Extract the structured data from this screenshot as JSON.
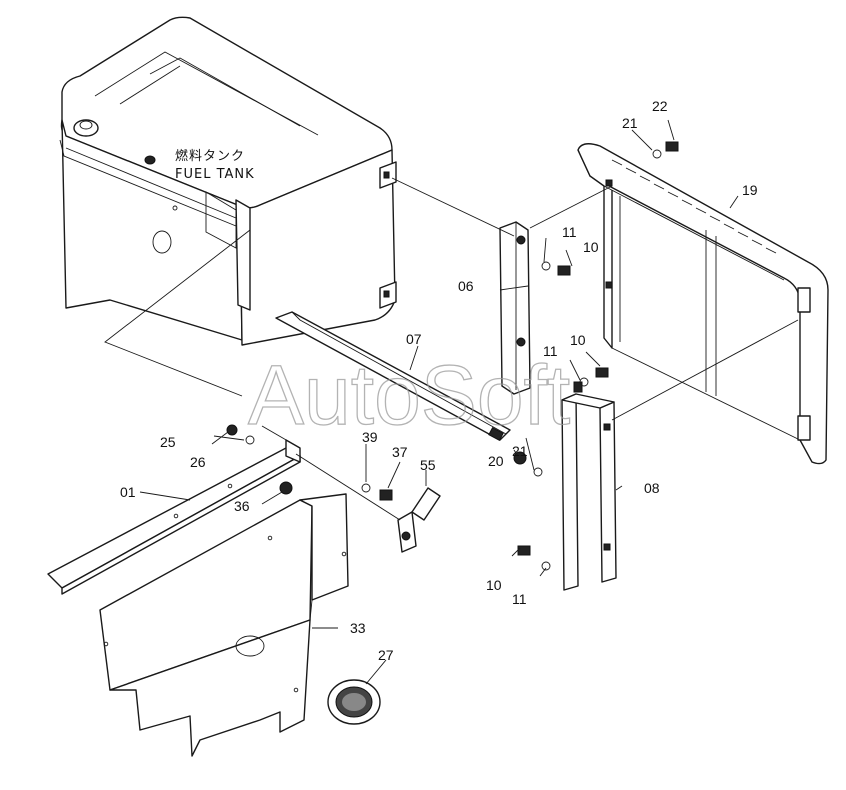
{
  "tank_label_jp": "燃料タンク",
  "tank_label_en": "FUEL TANK",
  "watermark": "AutoSoft",
  "parts": {
    "p01": "01",
    "p06": "06",
    "p07": "07",
    "p08": "08",
    "p10a": "10",
    "p10b": "10",
    "p10c": "10",
    "p11a": "11",
    "p11b": "11",
    "p11c": "11",
    "p19": "19",
    "p20": "20",
    "p21a": "21",
    "p21b": "21",
    "p22": "22",
    "p25": "25",
    "p26": "26",
    "p27": "27",
    "p33": "33",
    "p36": "36",
    "p37": "37",
    "p39": "39",
    "p55": "55"
  }
}
